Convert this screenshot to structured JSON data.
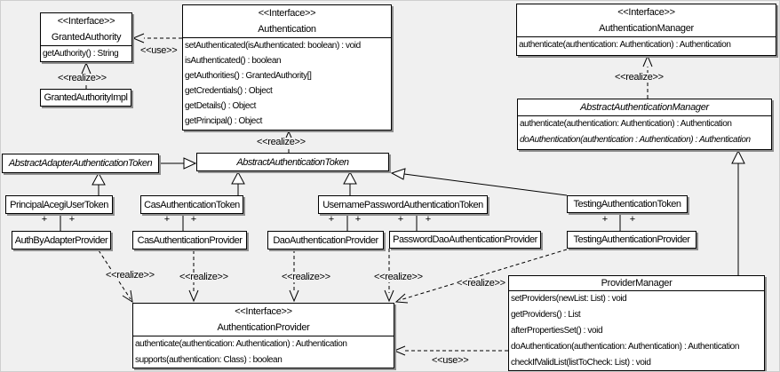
{
  "colors": {
    "background": "#f0f0f0",
    "box_fill": "#ffffff",
    "box_border": "#000000",
    "box_shadow": "#8f8f8f",
    "text": "#000000"
  },
  "labels": {
    "realize": "<<realize>>",
    "use": "<<use>>",
    "plus": "+"
  },
  "classes": {
    "granted_authority": {
      "stereotype": "<<Interface>>",
      "name": "GrantedAuthority",
      "methods": [
        "getAuthority() : String"
      ]
    },
    "granted_authority_impl": {
      "name": "GrantedAuthorityImpl"
    },
    "authentication": {
      "stereotype": "<<Interface>>",
      "name": "Authentication",
      "methods": [
        "setAuthenticated(isAuthenticated: boolean) : void",
        "isAuthenticated() : boolean",
        "getAuthorities() : GrantedAuthority[]",
        "getCredentials() : Object",
        "getDetails() : Object",
        "getPrincipal() : Object"
      ]
    },
    "authentication_manager": {
      "stereotype": "<<Interface>>",
      "name": "AuthenticationManager",
      "methods": [
        "authenticate(authentication: Authentication) : Authentication"
      ]
    },
    "abstract_authentication_manager": {
      "name": "AbstractAuthenticationManager",
      "methods": [
        "authenticate(authentication: Authentication) : Authentication",
        "doAuthentication(authentication : Authentication) : Authentication"
      ]
    },
    "abstract_adapter_authentication_token": {
      "name": "AbstractAdapterAuthenticationToken"
    },
    "abstract_authentication_token": {
      "name": "AbstractAuthenticationToken"
    },
    "principal_acegi_user_token": {
      "name": "PrincipalAcegiUserToken"
    },
    "cas_authentication_token": {
      "name": "CasAuthenticationToken"
    },
    "username_password_authentication_token": {
      "name": "UsernamePasswordAuthenticationToken"
    },
    "testing_authentication_token": {
      "name": "TestingAuthenticationToken"
    },
    "auth_by_adapter_provider": {
      "name": "AuthByAdapterProvider"
    },
    "cas_authentication_provider": {
      "name": "CasAuthenticationProvider"
    },
    "dao_authentication_provider": {
      "name": "DaoAuthenticationProvider"
    },
    "password_dao_authentication_provider": {
      "name": "PasswordDaoAuthenticationProvider"
    },
    "testing_authentication_provider": {
      "name": "TestingAuthenticationProvider"
    },
    "authentication_provider": {
      "stereotype": "<<Interface>>",
      "name": "AuthenticationProvider",
      "methods": [
        "authenticate(authentication: Authentication) : Authentication",
        "supports(authentication: Class) : boolean"
      ]
    },
    "provider_manager": {
      "name": "ProviderManager",
      "methods": [
        "setProviders(newList: List) : void",
        "getProviders() : List",
        "afterPropertiesSet() : void",
        "doAuthentication(authentication: Authentication) : Authentication",
        "checkIfValidList(listToCheck: List) : void"
      ]
    }
  },
  "relationships": [
    {
      "from": "Authentication",
      "to": "GrantedAuthority",
      "type": "dependency",
      "label": "<<use>>"
    },
    {
      "from": "GrantedAuthorityImpl",
      "to": "GrantedAuthority",
      "type": "realization",
      "label": "<<realize>>"
    },
    {
      "from": "AbstractAuthenticationToken",
      "to": "Authentication",
      "type": "realization",
      "label": "<<realize>>"
    },
    {
      "from": "AbstractAuthenticationManager",
      "to": "AuthenticationManager",
      "type": "realization",
      "label": "<<realize>>"
    },
    {
      "from": "AbstractAdapterAuthenticationToken",
      "to": "AbstractAuthenticationToken",
      "type": "generalization"
    },
    {
      "from": "PrincipalAcegiUserToken",
      "to": "AbstractAdapterAuthenticationToken",
      "type": "generalization"
    },
    {
      "from": "CasAuthenticationToken",
      "to": "AbstractAuthenticationToken",
      "type": "generalization"
    },
    {
      "from": "UsernamePasswordAuthenticationToken",
      "to": "AbstractAuthenticationToken",
      "type": "generalization"
    },
    {
      "from": "TestingAuthenticationToken",
      "to": "AbstractAuthenticationToken",
      "type": "generalization"
    },
    {
      "from": "ProviderManager",
      "to": "AbstractAuthenticationManager",
      "type": "generalization"
    },
    {
      "from": "PrincipalAcegiUserToken",
      "to": "AuthByAdapterProvider",
      "type": "association",
      "end_labels": [
        "+",
        "+"
      ]
    },
    {
      "from": "CasAuthenticationToken",
      "to": "CasAuthenticationProvider",
      "type": "association",
      "end_labels": [
        "+",
        "+"
      ]
    },
    {
      "from": "UsernamePasswordAuthenticationToken",
      "to": "DaoAuthenticationProvider",
      "type": "association",
      "end_labels": [
        "+",
        "+"
      ]
    },
    {
      "from": "UsernamePasswordAuthenticationToken",
      "to": "PasswordDaoAuthenticationProvider",
      "type": "association",
      "end_labels": [
        "+",
        "+"
      ]
    },
    {
      "from": "TestingAuthenticationToken",
      "to": "TestingAuthenticationProvider",
      "type": "association",
      "end_labels": [
        "+",
        "+"
      ]
    },
    {
      "from": "AuthByAdapterProvider",
      "to": "AuthenticationProvider",
      "type": "realization",
      "label": "<<realize>>"
    },
    {
      "from": "CasAuthenticationProvider",
      "to": "AuthenticationProvider",
      "type": "realization",
      "label": "<<realize>>"
    },
    {
      "from": "DaoAuthenticationProvider",
      "to": "AuthenticationProvider",
      "type": "realization",
      "label": "<<realize>>"
    },
    {
      "from": "PasswordDaoAuthenticationProvider",
      "to": "AuthenticationProvider",
      "type": "realization",
      "label": "<<realize>>"
    },
    {
      "from": "TestingAuthenticationProvider",
      "to": "AuthenticationProvider",
      "type": "realization",
      "label": "<<realize>>"
    },
    {
      "from": "ProviderManager",
      "to": "AuthenticationProvider",
      "type": "dependency",
      "label": "<<use>>"
    }
  ]
}
